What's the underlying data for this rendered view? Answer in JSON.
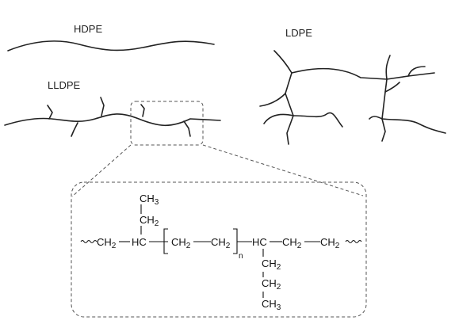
{
  "labels": {
    "hdpe": "HDPE",
    "ldpe": "LDPE",
    "lldpe": "LLDPE"
  },
  "formula": {
    "ch2": "CH",
    "two": "2",
    "hc": "HC",
    "ch3": "CH",
    "three": "3",
    "n": "n"
  },
  "colors": {
    "line": "#222222",
    "dashed": "#555555"
  }
}
